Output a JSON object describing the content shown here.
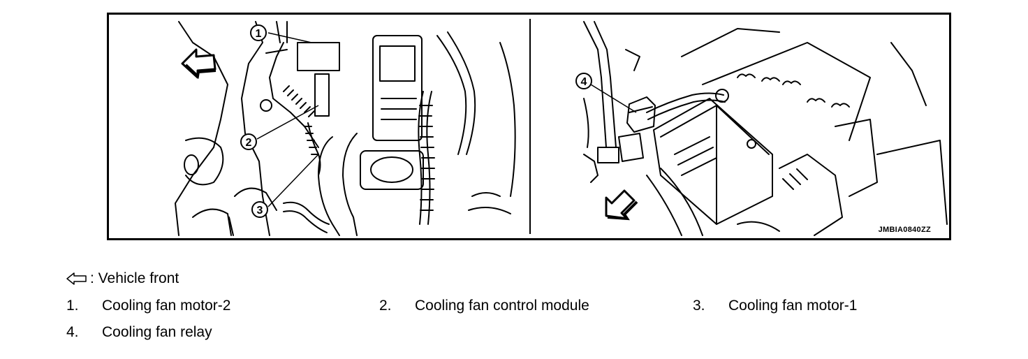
{
  "figure": {
    "code": "JMBIA0840ZZ",
    "callouts": [
      "1",
      "2",
      "3",
      "4"
    ]
  },
  "legend": {
    "symbol": "arrow-left-icon",
    "text": ": Vehicle front"
  },
  "items": [
    {
      "num": "1.",
      "label": "Cooling fan motor-2"
    },
    {
      "num": "2.",
      "label": "Cooling fan control module"
    },
    {
      "num": "3.",
      "label": "Cooling fan motor-1"
    },
    {
      "num": "4.",
      "label": "Cooling fan relay"
    }
  ]
}
